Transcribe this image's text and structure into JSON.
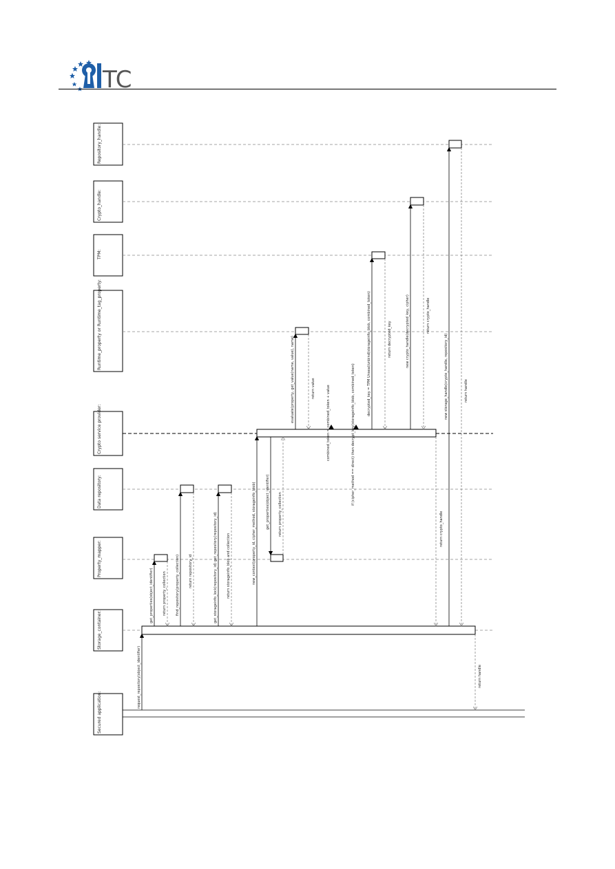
{
  "header": {
    "logo_text": "TC"
  },
  "diagram": {
    "lifelines": [
      "Secured application:",
      "Storage_container:",
      "Property_mapper:",
      "Data repository:",
      "Crypto service provider:",
      "Runtime_property or Runtime_tag_property:",
      "TPM:",
      "Crypto_handle:",
      "Repository_handle:"
    ],
    "messages": {
      "m1": "request_repository(object_identifier)",
      "m2": "get_properties(object_identifier)",
      "m3": "return property_collection",
      "m4": "find_repository(property_collection)",
      "m5": "return repository_id",
      "m6": "get_storageinfo_lock(repository_id) get_repository(repository_id)",
      "m7": "return storageinfo_blob and collection",
      "m8": "new_context(property_id, cipher_method, storageinfo_blob)",
      "m9": "get_properties(object_identifier)",
      "m10": "return property_collection",
      "m11": "evaluate(property, get_value(name, value), name)",
      "m12": "return value",
      "m13": "combined_token = combined_token + value",
      "m14": "if (cipher_method == direct) then decrypt_key(storageinfo_blob, combined_token)",
      "m15": "decrypted_key = TPM Unseal/unbind(storageinfo_blob, combined_token)",
      "m16": "return decrypted_key",
      "m17": "new crypto_handle(decrypted_key, cipher)",
      "m18": "return crypto_handle",
      "m19": "return crypto_handle",
      "m20": "new storage_handle(crypto_handle, repository_id)",
      "m21": "return handle",
      "m22": "return handle"
    }
  }
}
